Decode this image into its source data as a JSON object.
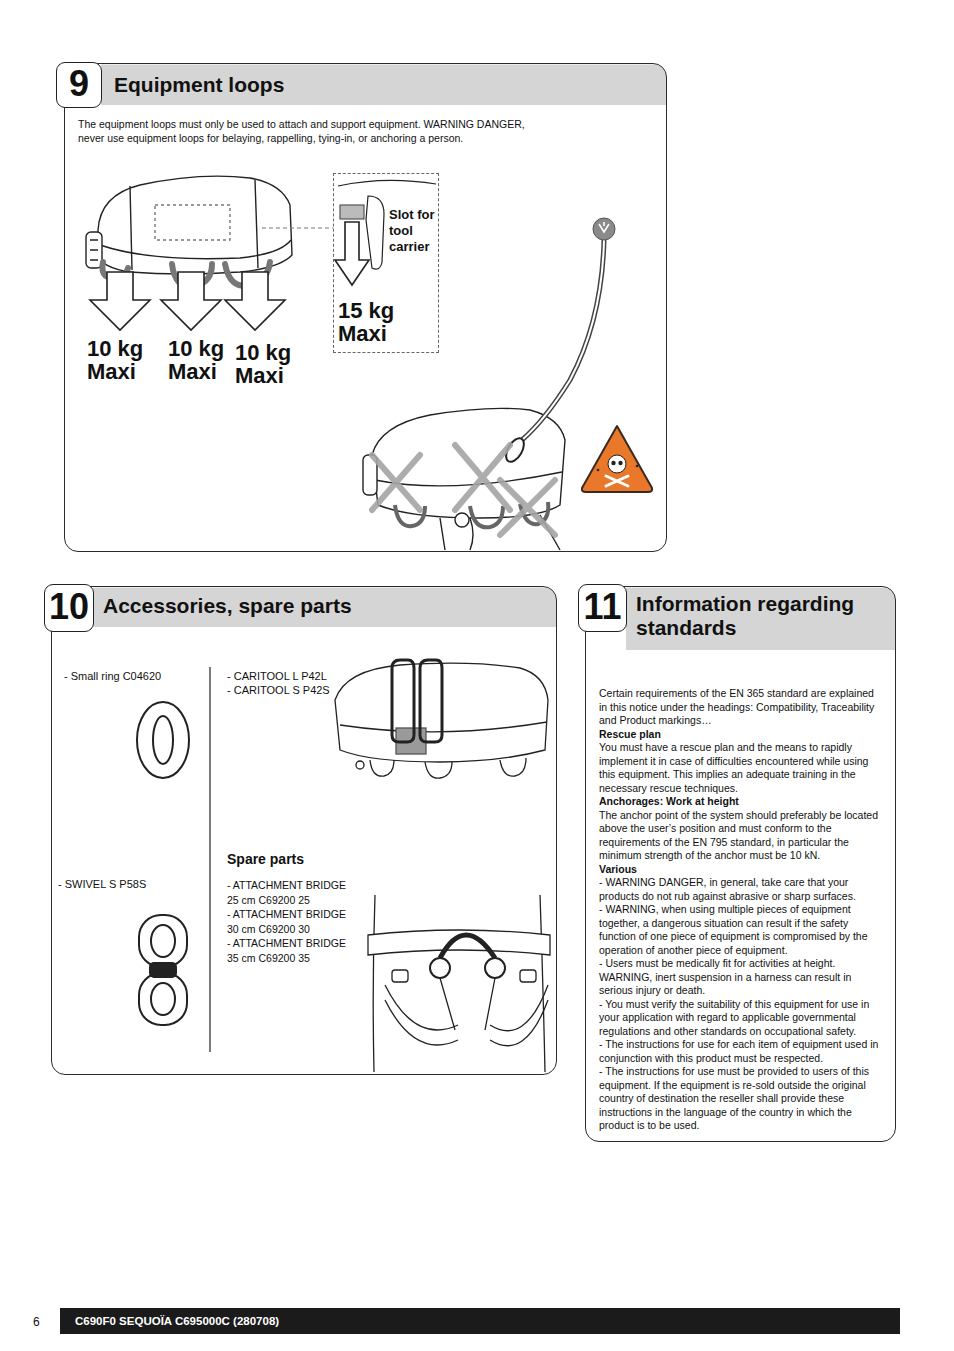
{
  "diagram": {
    "nodes": [
      {
        "text": [
          "Equipment loops",
          "The equipment loops must only be used to attach and support equipment. WARNING DANGER, never use equipment loops for belaying, rappelling, tying-in, or anchoring a person."
        ]
      },
      {
        "text": [
          "9"
        ],
        "in": 0
      },
      {
        "text": [
          "Slot for tool carrier",
          "15 kg Maxi"
        ],
        "in": 0
      },
      {
        "text": [
          "Accessories, spare parts"
        ]
      },
      {
        "text": [
          "10"
        ],
        "in": 3
      },
      {
        "text": [
          "Information regarding standards",
          "Certain requirements of the EN 365 standard are explained in this notice under the headings: Compatibility, Traceability and Product markings…",
          "Rescue plan",
          "You must have a rescue plan and the means to rapidly implement it in case of difficulties encountered while using this equipment. This implies an adequate training in the necessary rescue techniques.",
          "Anchorages: Work at height",
          "The anchor point of the system should preferably be located above the user’s position and must conform to the requirements of the EN 795 standard, in particular the minimum strength of the anchor must be 10 kN.",
          "Various",
          "- WARNING DANGER, in general, take care that your products do not rub against abrasive or sharp surfaces.",
          "- WARNING, when using multiple pieces of equipment together, a dangerous situation can result if the safety function of one piece of equipment is compromised by the operation of another piece of equipment.",
          "- Users must be medically fit for activities at height. WARNING, inert suspension in a harness can result in serious injury or death.",
          "- You must verify the suitability of this equipment for use in your application with regard to applicable governmental regulations and other standards on occupational safety.",
          "- The instructions for use for each item of equipment used in conjunction with this product must be respected.",
          "- The instructions for use must be provided to users of this equipment. If the equipment is re-sold outside the original country of destination the reseller shall provide these instructions in the language of the country in which the product is to be used."
        ]
      },
      {
        "text": [
          "11"
        ],
        "in": 5
      },
      {
        "text": [
          "C690F0 SEQUOÏA C695000C (280708)"
        ]
      }
    ],
    "labels": [
      "10 kg Maxi",
      "10 kg Maxi",
      "10 kg Maxi",
      "- Small ring C04620",
      "- CARITOOL L P42L",
      "- CARITOOL S P42S",
      "- SWIVEL S P58S",
      "Spare parts",
      "- ATTACHMENT BRIDGE 25 cm C69200 25",
      "- ATTACHMENT BRIDGE 30 cm C69200 30",
      "- ATTACHMENT BRIDGE 35 cm C69200 35",
      "6"
    ]
  }
}
